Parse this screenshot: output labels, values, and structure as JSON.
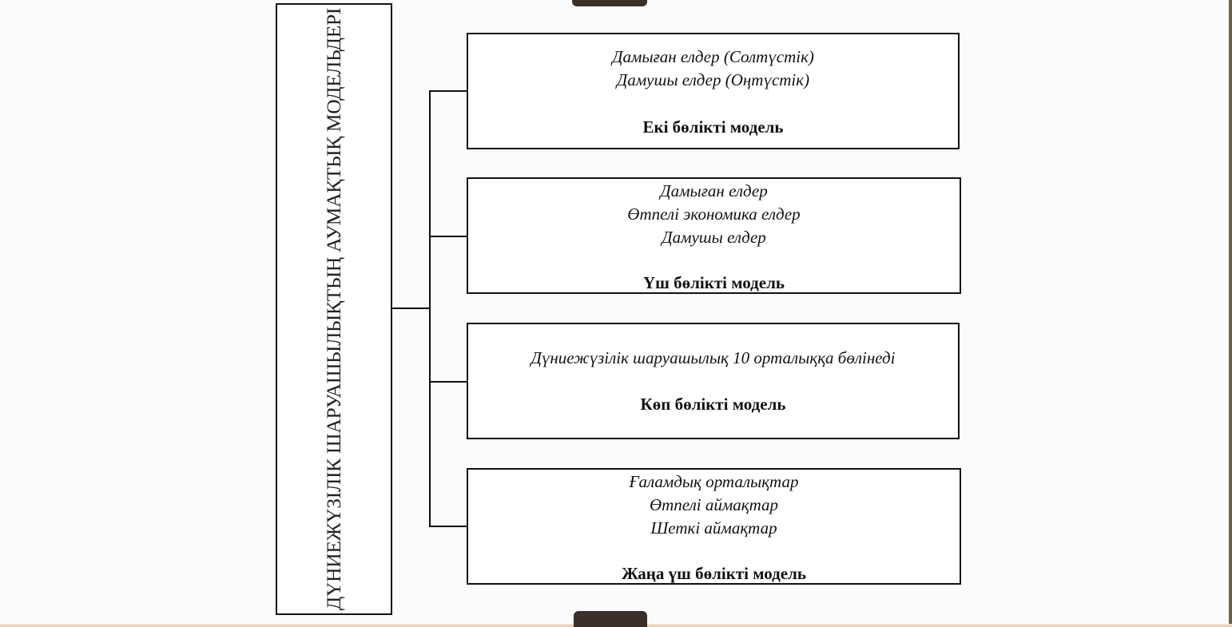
{
  "diagram": {
    "root": {
      "label": "ДҮНИЕЖҮЗІЛІК ШАРУАШЫЛЫҚТЫҢ АУМАҚТЫҚ МОДЕЛЬДЕРІ",
      "orientation": "vertical"
    },
    "models": [
      {
        "lines": [
          "Дамыған елдер (Солтүстік)",
          "Дамушы елдер (Оңтүстік)"
        ],
        "name": "Екі бөлікті модель"
      },
      {
        "lines": [
          "Дамыған елдер",
          "Өтпелі экономика елдер",
          "Дамушы елдер"
        ],
        "name": "Үш бөлікті модель"
      },
      {
        "lines": [
          "Дүниежүзілік шаруашылық 10 орталыққа бөлінеді"
        ],
        "name": "Көп бөлікті модель"
      },
      {
        "lines": [
          "Ғаламдық орталықтар",
          "Өтпелі аймақтар",
          "Шеткі аймақтар"
        ],
        "name": "Жаңа үш бөлікті модель"
      }
    ]
  },
  "colors": {
    "background": "#fbfbfb",
    "stroke": "#111111",
    "tab": "#3a3029"
  }
}
